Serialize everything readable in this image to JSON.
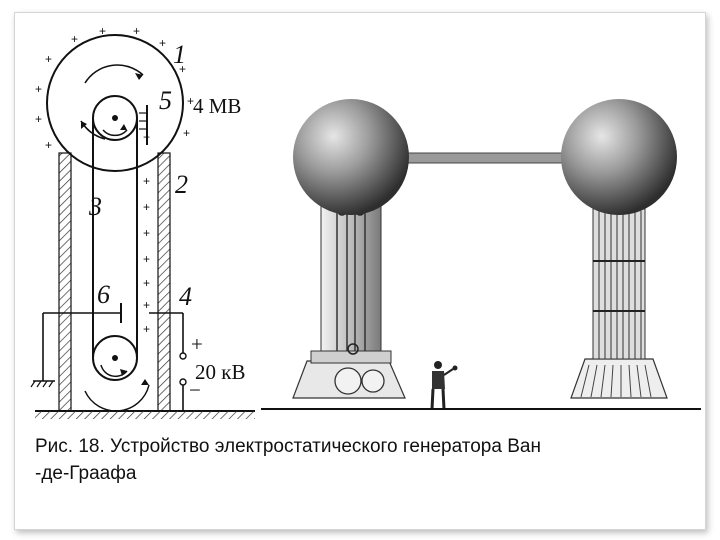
{
  "figure": {
    "part_numbers": [
      "1",
      "2",
      "3",
      "4",
      "5",
      "6"
    ],
    "voltage_top": "4 МВ",
    "voltage_bottom": "20 кВ",
    "plus_sign": "+",
    "minus_sign": "−",
    "colors": {
      "line": "#111111",
      "hatch": "#333333",
      "sphere_light": "#d8d8d8",
      "sphere_dark": "#3a3a3a",
      "photo_bg": "#ffffff"
    }
  },
  "caption": {
    "line1": "Рис. 18. Устройство электростатического генератора Ван",
    "line2": "-де-Граафа"
  }
}
